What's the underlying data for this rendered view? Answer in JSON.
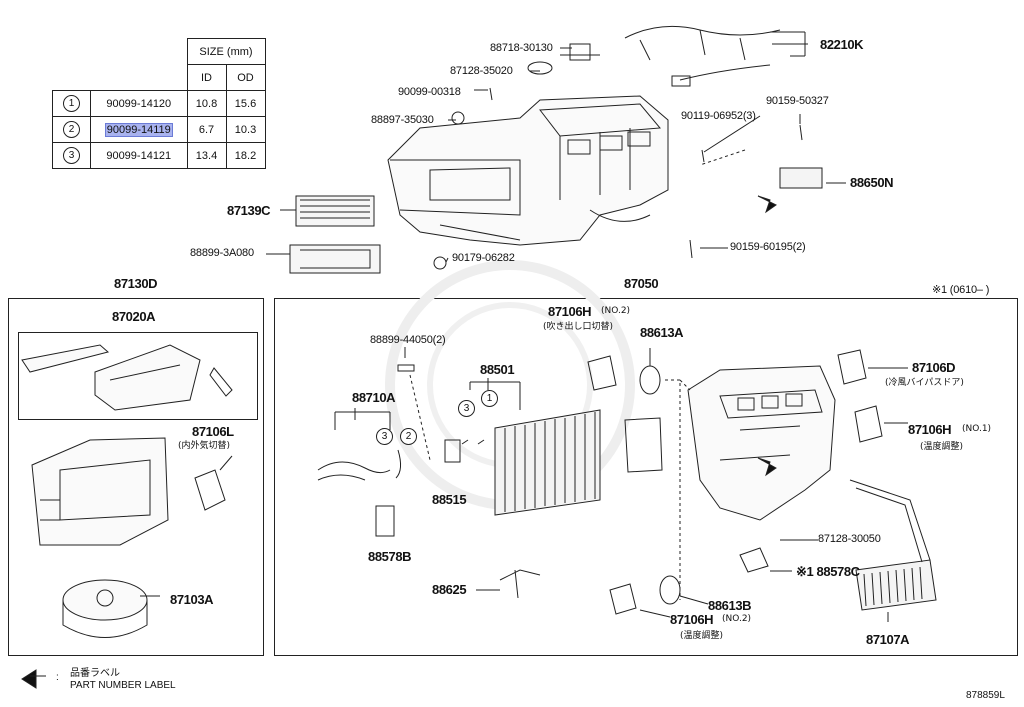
{
  "size_table": {
    "header": "SIZE (mm)",
    "col_id": "ID",
    "col_od": "OD",
    "rows": [
      {
        "idx": "1",
        "part": "90099-14120",
        "id": "10.8",
        "od": "15.6"
      },
      {
        "idx": "2",
        "part": "90099-14119",
        "id": "6.7",
        "od": "10.3"
      },
      {
        "idx": "3",
        "part": "90099-14121",
        "id": "13.4",
        "od": "18.2"
      }
    ]
  },
  "top_parts": {
    "p88718": "88718-30130",
    "p87128a": "87128-35020",
    "p90099": "90099-00318",
    "p88897": "88897-35030",
    "p82210": "82210K",
    "p90119": "90119-06952(3)",
    "p90159a": "90159-50327",
    "p88650": "88650N",
    "p87139": "87139C",
    "p88899a": "88899-3A080",
    "p90179": "90179-06282",
    "p90159b": "90159-60195(2)"
  },
  "left_group": {
    "title": "87130D",
    "sub_title": "87020A",
    "p87106l": "87106L",
    "p87106l_jp": "(内外気切替)",
    "p87103a": "87103A"
  },
  "right_group": {
    "title": "87050",
    "note": "※1 (0610–   )",
    "p88899b": "88899-44050(2)",
    "p87106h2a": "87106H",
    "p87106h2a_no": "(NO.2)",
    "p87106h2a_jp": "(吹き出し口切替)",
    "p88613a": "88613A",
    "p88501": "88501",
    "p88710a": "88710A",
    "p87106d": "87106D",
    "p87106d_jp": "(冷風バイパスドア)",
    "p87106h1": "87106H",
    "p87106h1_no": "(NO.1)",
    "p87106h1_jp": "(温度調整)",
    "p88515": "88515",
    "p88578b": "88578B",
    "p87128b": "87128-30050",
    "p88578c": "※1 88578C",
    "p88625": "88625",
    "p88613b": "88613B",
    "p87106h2b": "87106H",
    "p87106h2b_no": "(NO.2)",
    "p87106h2b_jp": "(温度調整)",
    "p87107a": "87107A",
    "circ_1": "1",
    "circ_2": "2",
    "circ_3": "3"
  },
  "legend": {
    "jp": "品番ラベル",
    "en": "PART NUMBER LABEL",
    "colon": ":"
  },
  "figure_id": "878859L"
}
